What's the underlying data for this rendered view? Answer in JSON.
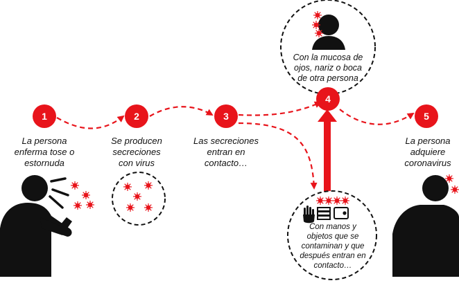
{
  "steps": [
    {
      "number": "1",
      "text": "La persona\nenferma tose o\nestornuda"
    },
    {
      "number": "2",
      "text": "Se producen\nsecreciones\ncon virus"
    },
    {
      "number": "3",
      "text": "Las secreciones\nentran en\ncontacto…"
    },
    {
      "number": "4",
      "text": "Con la mucosa de\nojos, nariz o boca\nde otra persona"
    },
    {
      "number": "5",
      "text": "La persona\nadquiere\ncoronavirus"
    }
  ],
  "route_hands": {
    "text": "Con manos y\nobjetos que se\ncontaminan y que\ndespués entran en\ncontacto…"
  },
  "colors": {
    "accent": "#e8141b",
    "figure": "#111111",
    "text": "#111111"
  },
  "icons": [
    "person-coughing-icon",
    "virus-icon",
    "person-head-icon",
    "hand-icon",
    "books-icon",
    "wallet-icon",
    "person-infected-icon"
  ]
}
